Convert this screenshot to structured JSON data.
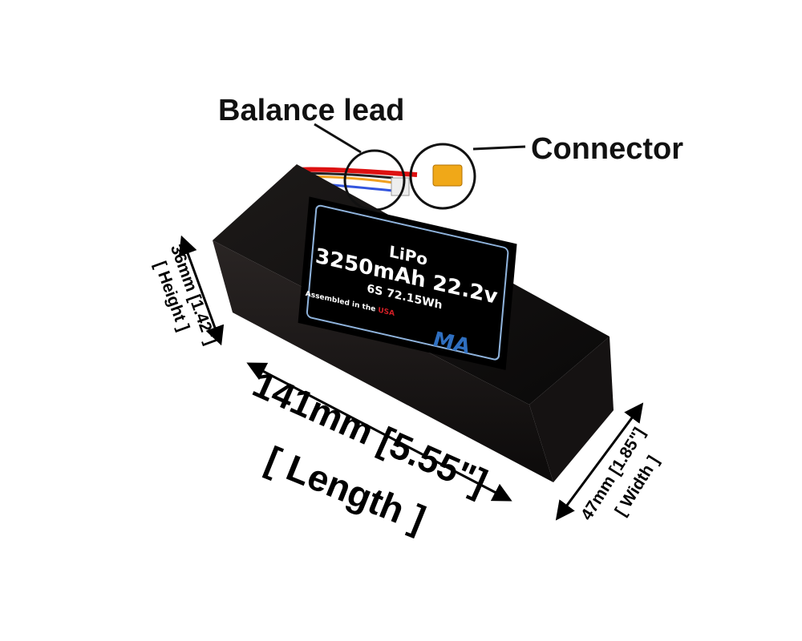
{
  "callouts": {
    "balance_lead": "Balance lead",
    "connector": "Connector"
  },
  "label": {
    "chemistry": "LiPo",
    "capacity_voltage": "3250mAh 22.2v",
    "cells_energy": "6S 72.15Wh",
    "assembled_prefix": "Assembled in the ",
    "assembled_country": "USA",
    "logo_text": "MA"
  },
  "dimensions": {
    "length": "141mm [5.55\"]",
    "length_label": "[ Length ]",
    "height": "36mm [1.42\"]",
    "height_label": "[ Height ]",
    "width": "47mm [1.85\"]",
    "width_label": "[ Width ]"
  },
  "colors": {
    "label_border": "#8fb3dc",
    "logo": "#2f6fc0",
    "usa_red": "#d21f26",
    "usa_blue": "#2f5fb0"
  }
}
